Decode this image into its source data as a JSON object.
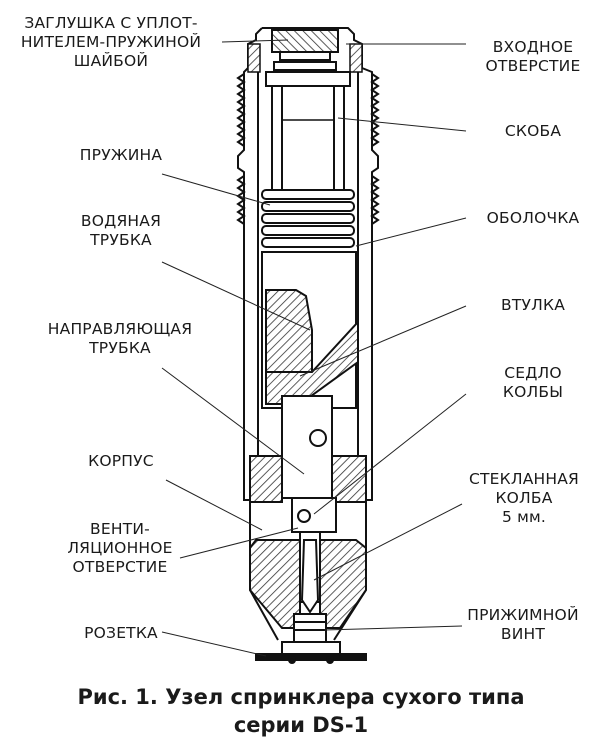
{
  "labels": {
    "plug": "ЗАГЛУШКА  С УПЛОТ-\nНИТЕЛЕМ-ПРУЖИНОЙ\nШАЙБОЙ",
    "inlet": "ВХОДНОЕ\nОТВЕРСТИЕ",
    "yoke": "СКОБА",
    "spring": "ПРУЖИНА",
    "water_tube": "ВОДЯНАЯ\nТРУБКА",
    "casing": "ОБОЛОЧКА",
    "bushing": "ВТУЛКА",
    "guide_tube": "НАПРАВЛЯЮЩАЯ\nТРУБКА",
    "bulb_seat": "СЕДЛО\nКОЛБЫ",
    "body": "КОРПУС",
    "glass_bulb": "СТЕКЛАННАЯ\nКОЛБА\n5 мм.",
    "vent": "ВЕНТИ-\nЛЯЦИОННОЕ\nОТВЕРСТИЕ",
    "compression_screw": "ПРИЖИМНОЙ\nВИНТ",
    "deflector": "РОЗЕТКА"
  },
  "caption": {
    "line1": "Рис. 1.  Узел спринклера сухого типа",
    "line2": "серии DS-1"
  }
}
